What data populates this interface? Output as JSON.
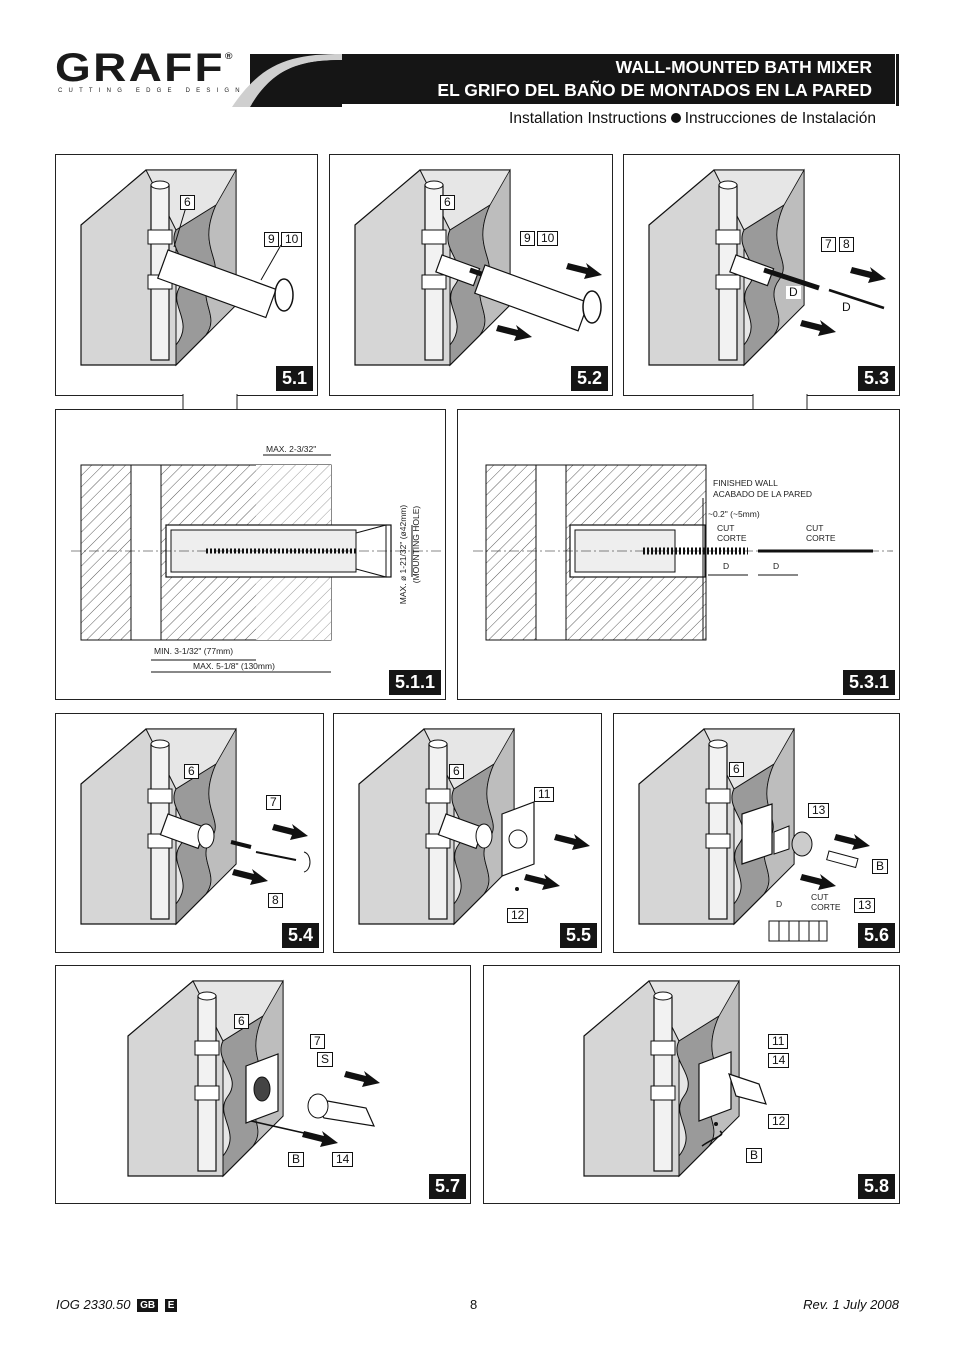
{
  "header": {
    "brand": "GRAFF",
    "registered": "®",
    "tagline": "CUTTING EDGE DESIGN",
    "title_line1": "WALL-MOUNTED BATH MIXER",
    "title_line2": "EL GRIFO DEL BAÑO DE MONTADOS EN LA PARED",
    "subtitle_left": "Installation Instructions",
    "subtitle_right": "Instrucciones de Instalación"
  },
  "steps": {
    "s51": "5.1",
    "s52": "5.2",
    "s53": "5.3",
    "s511": "5.1.1",
    "s531": "5.3.1",
    "s54": "5.4",
    "s55": "5.5",
    "s56": "5.6",
    "s57": "5.7",
    "s58": "5.8"
  },
  "labels": {
    "p6": "6",
    "p7": "7",
    "p8": "8",
    "p9": "9",
    "p10": "10",
    "p11": "11",
    "p12": "12",
    "p13": "13",
    "p14": "14",
    "pB": "B",
    "pS": "S",
    "pD": "D"
  },
  "dims511": {
    "max_top": "MAX. 2-3/32\"",
    "min_bottom": "MIN. 3-1/32\" (77mm)",
    "max_bottom": "MAX. 5-1/8\" (130mm)",
    "vertical_1": "MAX. ø 1-21/32\" (ø42mm)",
    "vertical_2": "(MOUNTING HOLE)"
  },
  "dims531": {
    "finished_wall": "FINISHED WALL",
    "acabado": "ACABADO DE LA PARED",
    "gap": "~0.2\" (~5mm)",
    "cut": "CUT",
    "corte": "CORTE",
    "d": "D"
  },
  "dims56": {
    "cut": "CUT",
    "corte": "CORTE",
    "d": "D"
  },
  "footer": {
    "code": "IOG 2330.50",
    "lang1": "GB",
    "lang2": "E",
    "page": "8",
    "revision": "Rev. 1 July 2008"
  }
}
